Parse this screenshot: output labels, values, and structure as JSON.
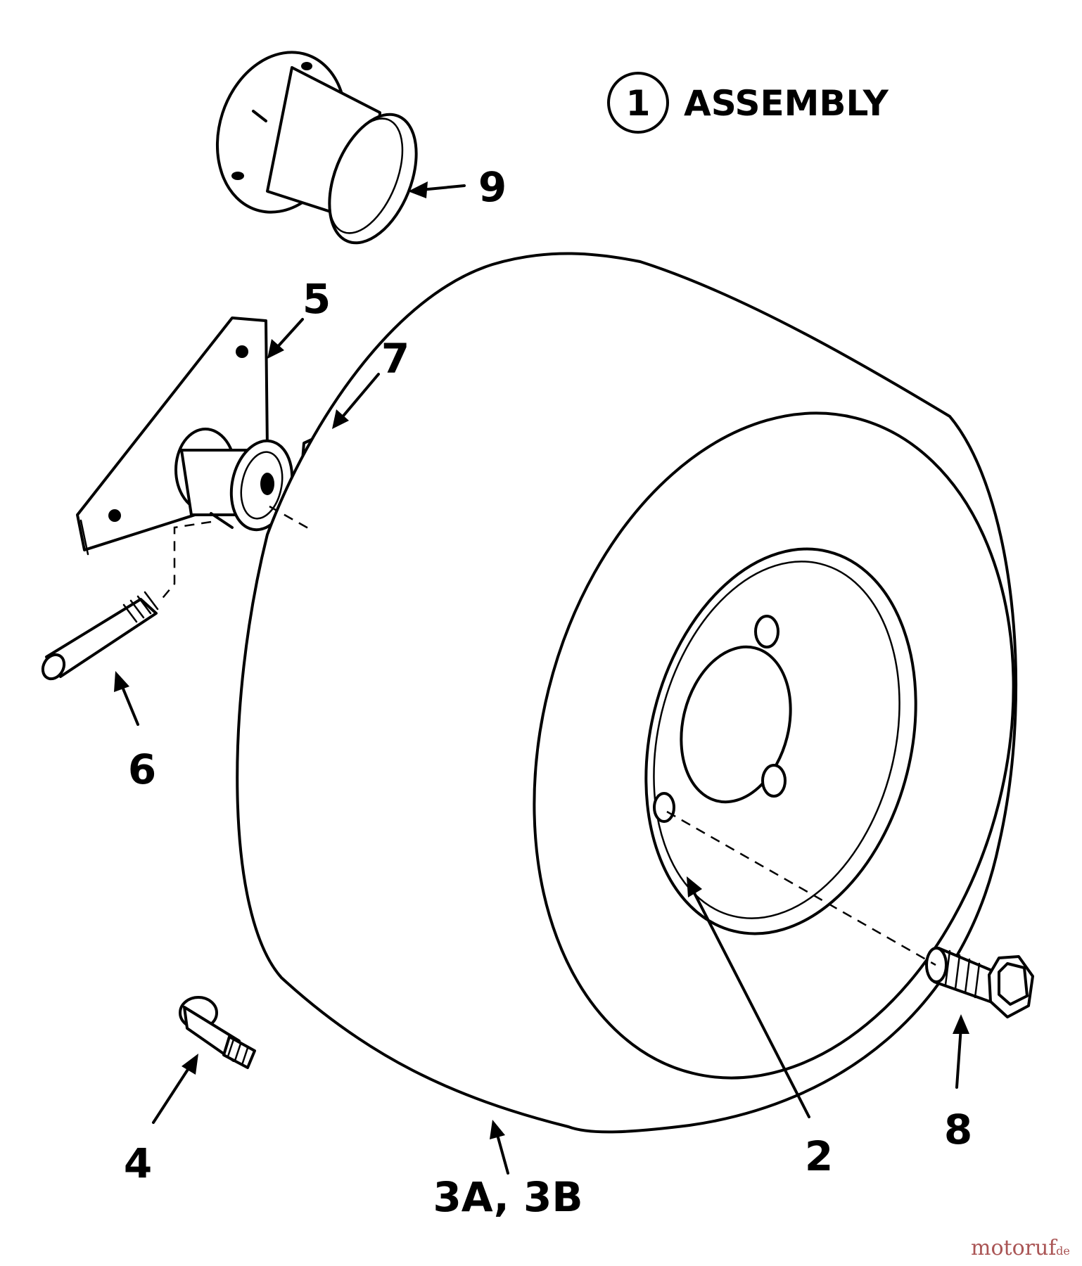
{
  "header": {
    "circled_number": "1",
    "title": "ASSEMBLY"
  },
  "callouts": {
    "hub_cap": "9",
    "bracket": "5",
    "nut": "7",
    "axle_bolt": "6",
    "valve_stem": "4",
    "tire": "3A, 3B",
    "wheel_rim": "2",
    "lug_bolt": "8"
  },
  "watermark": {
    "name": "motoruf",
    "suffix": ".de"
  }
}
